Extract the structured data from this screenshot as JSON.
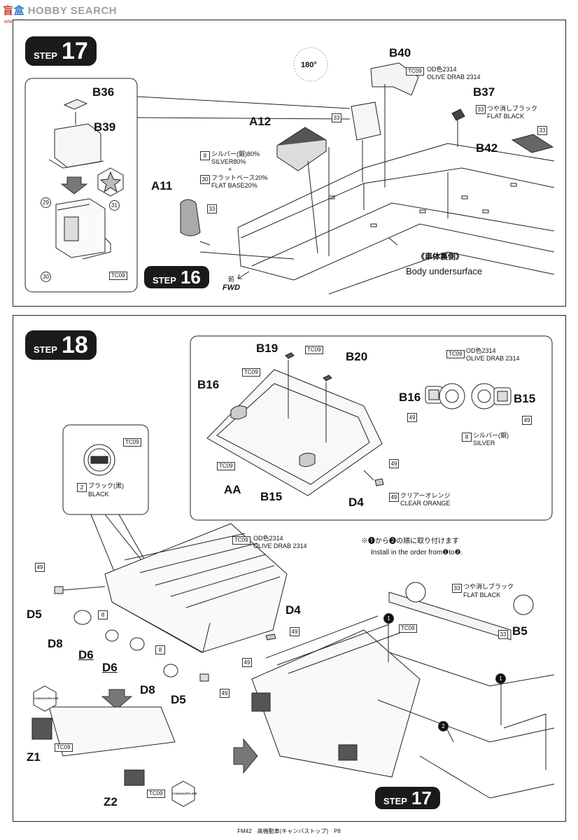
{
  "watermark": {
    "part1": "盲",
    "part2": "盒",
    "text": "HOBBY SEARCH",
    "sub": "www.hlj.com"
  },
  "step17": {
    "badge_word": "STEP",
    "badge_num": "17",
    "rotation": "180°",
    "parts": {
      "B36": "B36",
      "B39": "B39",
      "B40": "B40",
      "B37": "B37",
      "A12": "A12",
      "B42": "B42",
      "A11": "A11"
    },
    "circled_nums": [
      "29",
      "31",
      "30"
    ],
    "tc_code": "TC09",
    "b40_color_jp": "OD色2314",
    "b40_color_en": "OLIVE DRAB 2314",
    "b37_color_jp": "つや消しブラック",
    "b37_color_en": "FLAT BLACK",
    "a12_mix_line1_jp": "シルバー(銀)80%",
    "a12_mix_line1_en": "SILVER80%",
    "plus": "+",
    "a12_mix_line2_jp": "フラットベース20%",
    "a12_mix_line2_en": "FLAT BASE20%",
    "num33": "33",
    "num8": "8",
    "num30": "30",
    "step16_word": "STEP",
    "step16_num": "16",
    "fwd_jp": "前",
    "fwd_en": "FWD",
    "underside_jp": "《車体裏側》",
    "underside_en": "Body undersurface"
  },
  "step18": {
    "badge_word": "STEP",
    "badge_num": "18",
    "parts": {
      "B19": "B19",
      "B20": "B20",
      "B16": "B16",
      "AA": "AA",
      "B15": "B15",
      "D4": "D4",
      "B16b": "B16",
      "B15b": "B15",
      "D5": "D5",
      "D8": "D8",
      "D6": "D6",
      "D6b": "D6",
      "D8b": "D8",
      "D5b": "D5",
      "D4b": "D4",
      "B5": "B5",
      "Z1": "Z1",
      "Z2": "Z2"
    },
    "tc_code": "TC09",
    "od_jp": "OD色2314",
    "od_en": "OLIVE DRAB 2314",
    "silver_jp": "シルバー(銀)",
    "silver_en": "SILVER",
    "black_jp": "ブラック(黒)",
    "black_en": "BLACK",
    "clear_orange_jp": "クリアーオレンジ",
    "clear_orange_en": "CLEAR ORANGE",
    "flat_black_jp": "つや消しブラック",
    "flat_black_en": "FLAT BLACK",
    "order_jp": "※❶から❷の順に取り付けます",
    "order_en": "Install in the order from❶to❷.",
    "num49": "49",
    "num2": "2",
    "num8": "8",
    "num33": "33",
    "order1": "1",
    "order2": "2",
    "cyano": "CYANOACRYLATE",
    "step17_word": "STEP",
    "step17_num": "17"
  },
  "footer": {
    "text": "FM42　高機動車(キャンバストップ)　P8"
  }
}
